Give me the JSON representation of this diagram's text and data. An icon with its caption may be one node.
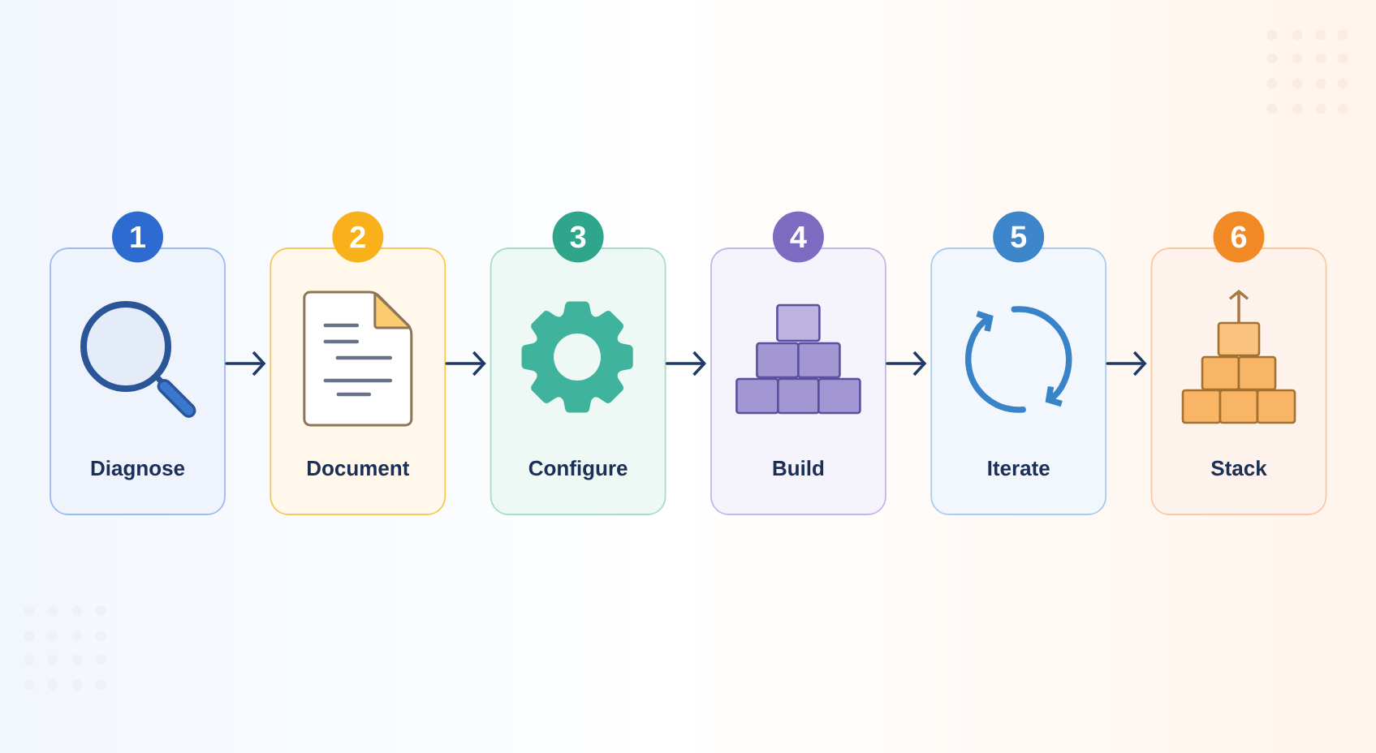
{
  "diagram": {
    "nodes": [
      {
        "text": [
          "1",
          "Diagnose"
        ]
      },
      {
        "text": [
          "2",
          "Document"
        ]
      },
      {
        "text": [
          "3",
          "Configure"
        ]
      },
      {
        "text": [
          "4",
          "Build"
        ]
      },
      {
        "text": [
          "5",
          "Iterate"
        ]
      },
      {
        "text": [
          "6",
          "Stack"
        ]
      }
    ],
    "edges": [
      {
        "from": 0,
        "to": 1,
        "arrow": "to"
      },
      {
        "from": 1,
        "to": 2,
        "arrow": "to"
      },
      {
        "from": 2,
        "to": 3,
        "arrow": "to"
      },
      {
        "from": 3,
        "to": 4,
        "arrow": "to"
      },
      {
        "from": 4,
        "to": 5,
        "arrow": "to"
      }
    ]
  }
}
